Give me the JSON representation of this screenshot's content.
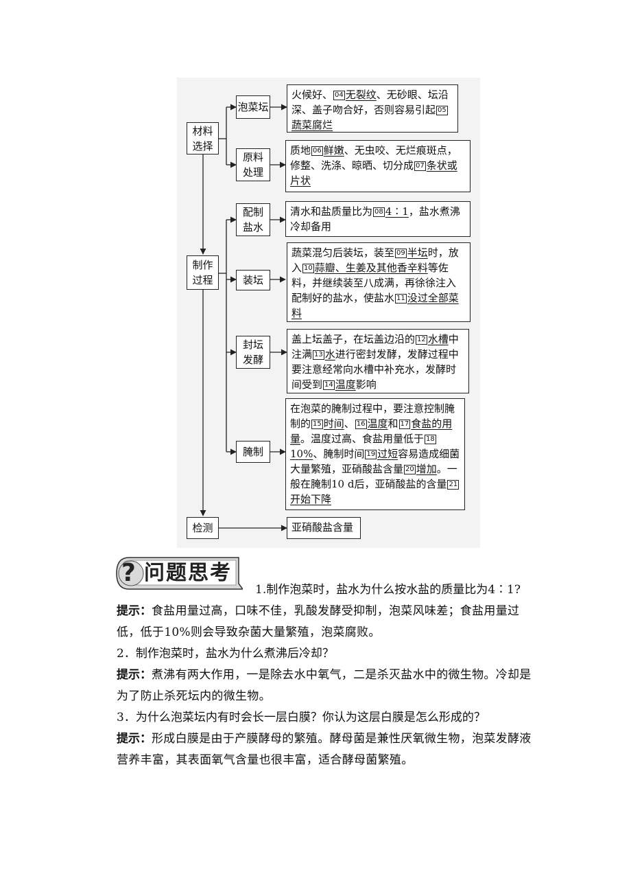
{
  "diagram": {
    "left_nodes": [
      {
        "id": "materials",
        "label": [
          "材料",
          "选择"
        ]
      },
      {
        "id": "process",
        "label": [
          "制作",
          "过程"
        ]
      },
      {
        "id": "testing",
        "label": [
          "检测"
        ]
      }
    ],
    "steps": [
      {
        "id": "jar",
        "label": [
          "泡菜坛"
        ]
      },
      {
        "id": "raw",
        "label": [
          "原料",
          "处理"
        ]
      },
      {
        "id": "brine",
        "label": [
          "配制",
          "盐水"
        ]
      },
      {
        "id": "pack",
        "label": [
          "装坛"
        ]
      },
      {
        "id": "seal",
        "label": [
          "封坛",
          "发酵"
        ]
      },
      {
        "id": "pickle",
        "label": [
          "腌制"
        ]
      }
    ],
    "details": {
      "jar": [
        {
          "t": "火候好、"
        },
        {
          "n": "04"
        },
        {
          "u": "无裂纹"
        },
        {
          "t": "、无砂眼、坛沿深、盖子吻合好，否则容易引起"
        },
        {
          "n": "05"
        },
        {
          "u": "蔬菜腐烂"
        }
      ],
      "raw": [
        {
          "t": "质地"
        },
        {
          "n": "06"
        },
        {
          "u": "鲜嫩"
        },
        {
          "t": "、无虫咬、无烂痕斑点，修整、洗涤、晾晒、切分成"
        },
        {
          "n": "07"
        },
        {
          "u": "条状或片状"
        }
      ],
      "brine": [
        {
          "t": "清水和盐质量比为"
        },
        {
          "n": "08"
        },
        {
          "u": "4∶1"
        },
        {
          "t": "，盐水煮沸冷却备用"
        }
      ],
      "pack": [
        {
          "t": "蔬菜混匀后装坛，装至"
        },
        {
          "n": "09"
        },
        {
          "u": "半坛"
        },
        {
          "t": "时，放入"
        },
        {
          "n": "10"
        },
        {
          "u": "蒜瓣、生姜及其他香辛料"
        },
        {
          "t": "等佐料，并继续装至八成满，再徐徐注入配制好的盐水，使盐水"
        },
        {
          "n": "11"
        },
        {
          "u": "没过全部菜料"
        }
      ],
      "seal": [
        {
          "t": "盖上坛盖子，在坛盖边沿的"
        },
        {
          "n": "12"
        },
        {
          "u": "水槽"
        },
        {
          "t": "中注满"
        },
        {
          "n": "13"
        },
        {
          "u": "水"
        },
        {
          "t": "进行密封发酵，发酵过程中要注意经常向水槽中补充水，发酵时间受到"
        },
        {
          "n": "14"
        },
        {
          "u": "温度"
        },
        {
          "t": "影响"
        }
      ],
      "pickle": [
        {
          "t": "在泡菜的腌制过程中，要注意控制腌制的"
        },
        {
          "n": "15"
        },
        {
          "u": "时间"
        },
        {
          "t": "、"
        },
        {
          "n": "16"
        },
        {
          "u": "温度"
        },
        {
          "t": "和"
        },
        {
          "n": "17"
        },
        {
          "u": "食盐的用量"
        },
        {
          "t": "。温度过高、食盐用量低于"
        },
        {
          "n": "18"
        },
        {
          "u": "10%"
        },
        {
          "t": "、腌制时间"
        },
        {
          "n": "19"
        },
        {
          "u": "过短"
        },
        {
          "t": "容易造成细菌大量繁殖，亚硝酸盐含量"
        },
        {
          "n": "20"
        },
        {
          "u": "增加"
        },
        {
          "t": "。一般在腌制10 d后，亚硝酸盐的含量"
        },
        {
          "n": "21"
        },
        {
          "u": "开始下降"
        }
      ],
      "test": [
        {
          "t": "亚硝酸盐含量"
        }
      ]
    }
  },
  "section_title": "问题思考",
  "badge_symbol": "?",
  "questions": [
    {
      "q": "1.制作泡菜时，盐水为什么按水盐的质量比为4∶1?",
      "hint_label": "提示：",
      "hint": "食盐用量过高，口味不佳，乳酸发酵受抑制，泡菜风味差；食盐用量过低，低于10%则会导致杂菌大量繁殖，泡菜腐败。"
    },
    {
      "q": "2．制作泡菜时，盐水为什么煮沸后冷却？",
      "hint_label": "提示：",
      "hint": "煮沸有两大作用，一是除去水中氧气，二是杀灭盐水中的微生物。冷却是为了防止杀死坛内的微生物。"
    },
    {
      "q": "3．为什么泡菜坛内有时会长一层白膜？你认为这层白膜是怎么形成的？",
      "hint_label": "提示：",
      "hint": "形成白膜是由于产膜酵母的繁殖。酵母菌是兼性厌氧微生物，泡菜发酵液营养丰富，其表面氧气含量也很丰富，适合酵母菌繁殖。"
    }
  ],
  "colors": {
    "badge_fill": "#d9d9d9",
    "badge_stroke": "#333333",
    "diagram_bg": "#f3f3f3"
  }
}
